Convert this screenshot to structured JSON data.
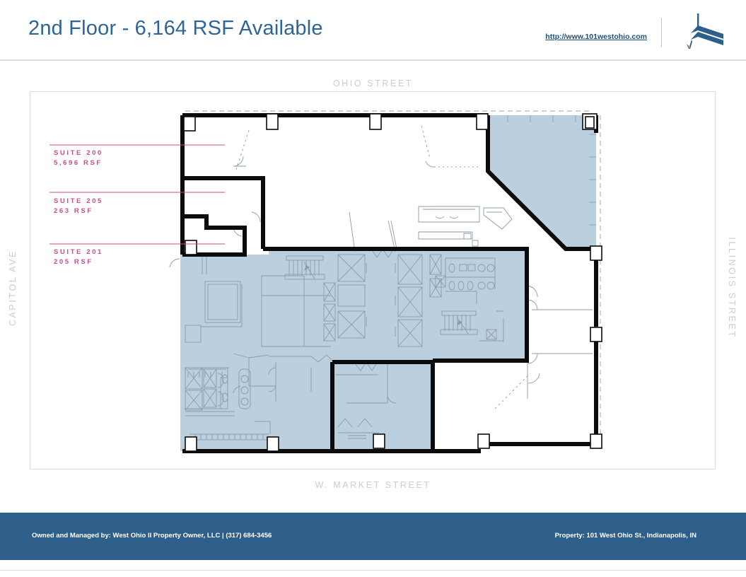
{
  "header": {
    "title": "2nd Floor - 6,164 RSF Available",
    "url": "http://www.101westohio.com",
    "logo_icon": "building-arrow-logo",
    "title_color": "#2e6596"
  },
  "streets": {
    "north": "OHIO STREET",
    "south": "W. MARKET STREET",
    "west": "CAPITOL AVE",
    "east": "ILLINOIS STREET",
    "color": "#c9cdd4"
  },
  "callouts": {
    "accent_color": "#cb4b8d",
    "items": [
      {
        "name": "SUITE 200",
        "area": "5,696 RSF"
      },
      {
        "name": "SUITE 205",
        "area": "263 RSF"
      },
      {
        "name": "SUITE 201",
        "area": "205 RSF"
      }
    ]
  },
  "plan": {
    "shaded_fill": "#bccfdf",
    "wall_color": "#0b0b0b",
    "thin_line_color": "#8c9bab",
    "frame_border": "#dadde1",
    "total_available_rsf": "6,164"
  },
  "footer": {
    "background": "#2e5f8a",
    "left": "Owned and Managed by:  West Ohio II Property Owner, LLC |  (317) 684-3456",
    "right": "Property: 101 West Ohio St., Indianapolis, IN"
  }
}
